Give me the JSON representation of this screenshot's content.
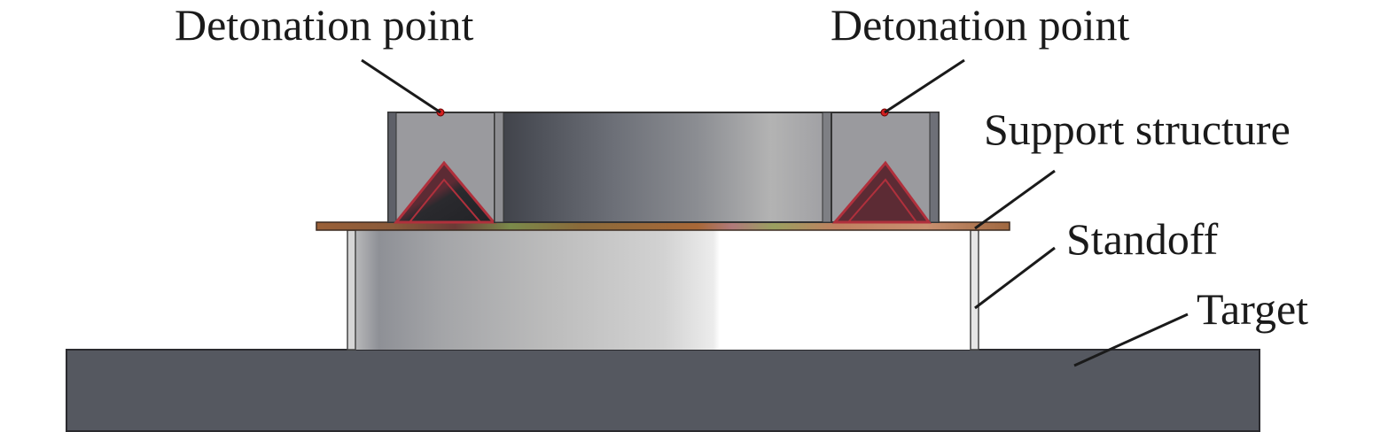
{
  "labels": {
    "detonation_left": "Detonation point",
    "detonation_right": "Detonation point",
    "support_structure": "Support structure",
    "standoff": "Standoff",
    "target": "Target"
  },
  "colors": {
    "target": "#555860",
    "charge_outer": "#9a9a9e",
    "liner": "#5c2b34",
    "liner_edge": "#b0303c",
    "plate": "#9a6038",
    "detonator": "#d42020",
    "leader": "#1a1a1a"
  }
}
